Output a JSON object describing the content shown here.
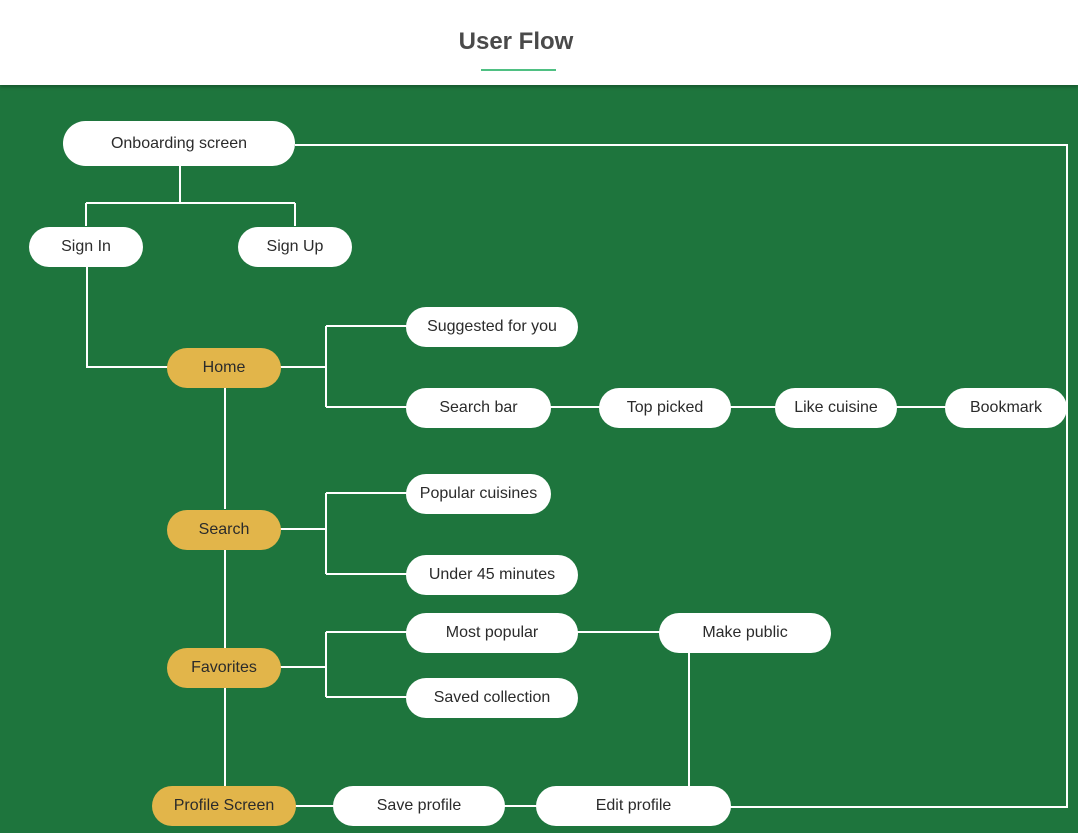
{
  "header": {
    "title": "User Flow"
  },
  "colors": {
    "canvas": "#1e753d",
    "primary_node": "#e2b54a",
    "secondary_node": "#ffffff",
    "connector": "#ffffff",
    "accent_underline": "#4fc083"
  },
  "nodes": {
    "onboarding": "Onboarding screen",
    "sign_in": "Sign In",
    "sign_up": "Sign Up",
    "home": "Home",
    "suggested": "Suggested for you",
    "search_bar": "Search bar",
    "top_picked": "Top picked",
    "like_cuisine": "Like cuisine",
    "bookmark": "Bookmark",
    "search": "Search",
    "popular_cuisines": "Popular cuisines",
    "under_45": "Under 45 minutes",
    "favorites": "Favorites",
    "most_popular": "Most popular",
    "make_public": "Make public",
    "saved_collection": "Saved collection",
    "profile_screen": "Profile Screen",
    "save_profile": "Save profile",
    "edit_profile": "Edit profile"
  }
}
